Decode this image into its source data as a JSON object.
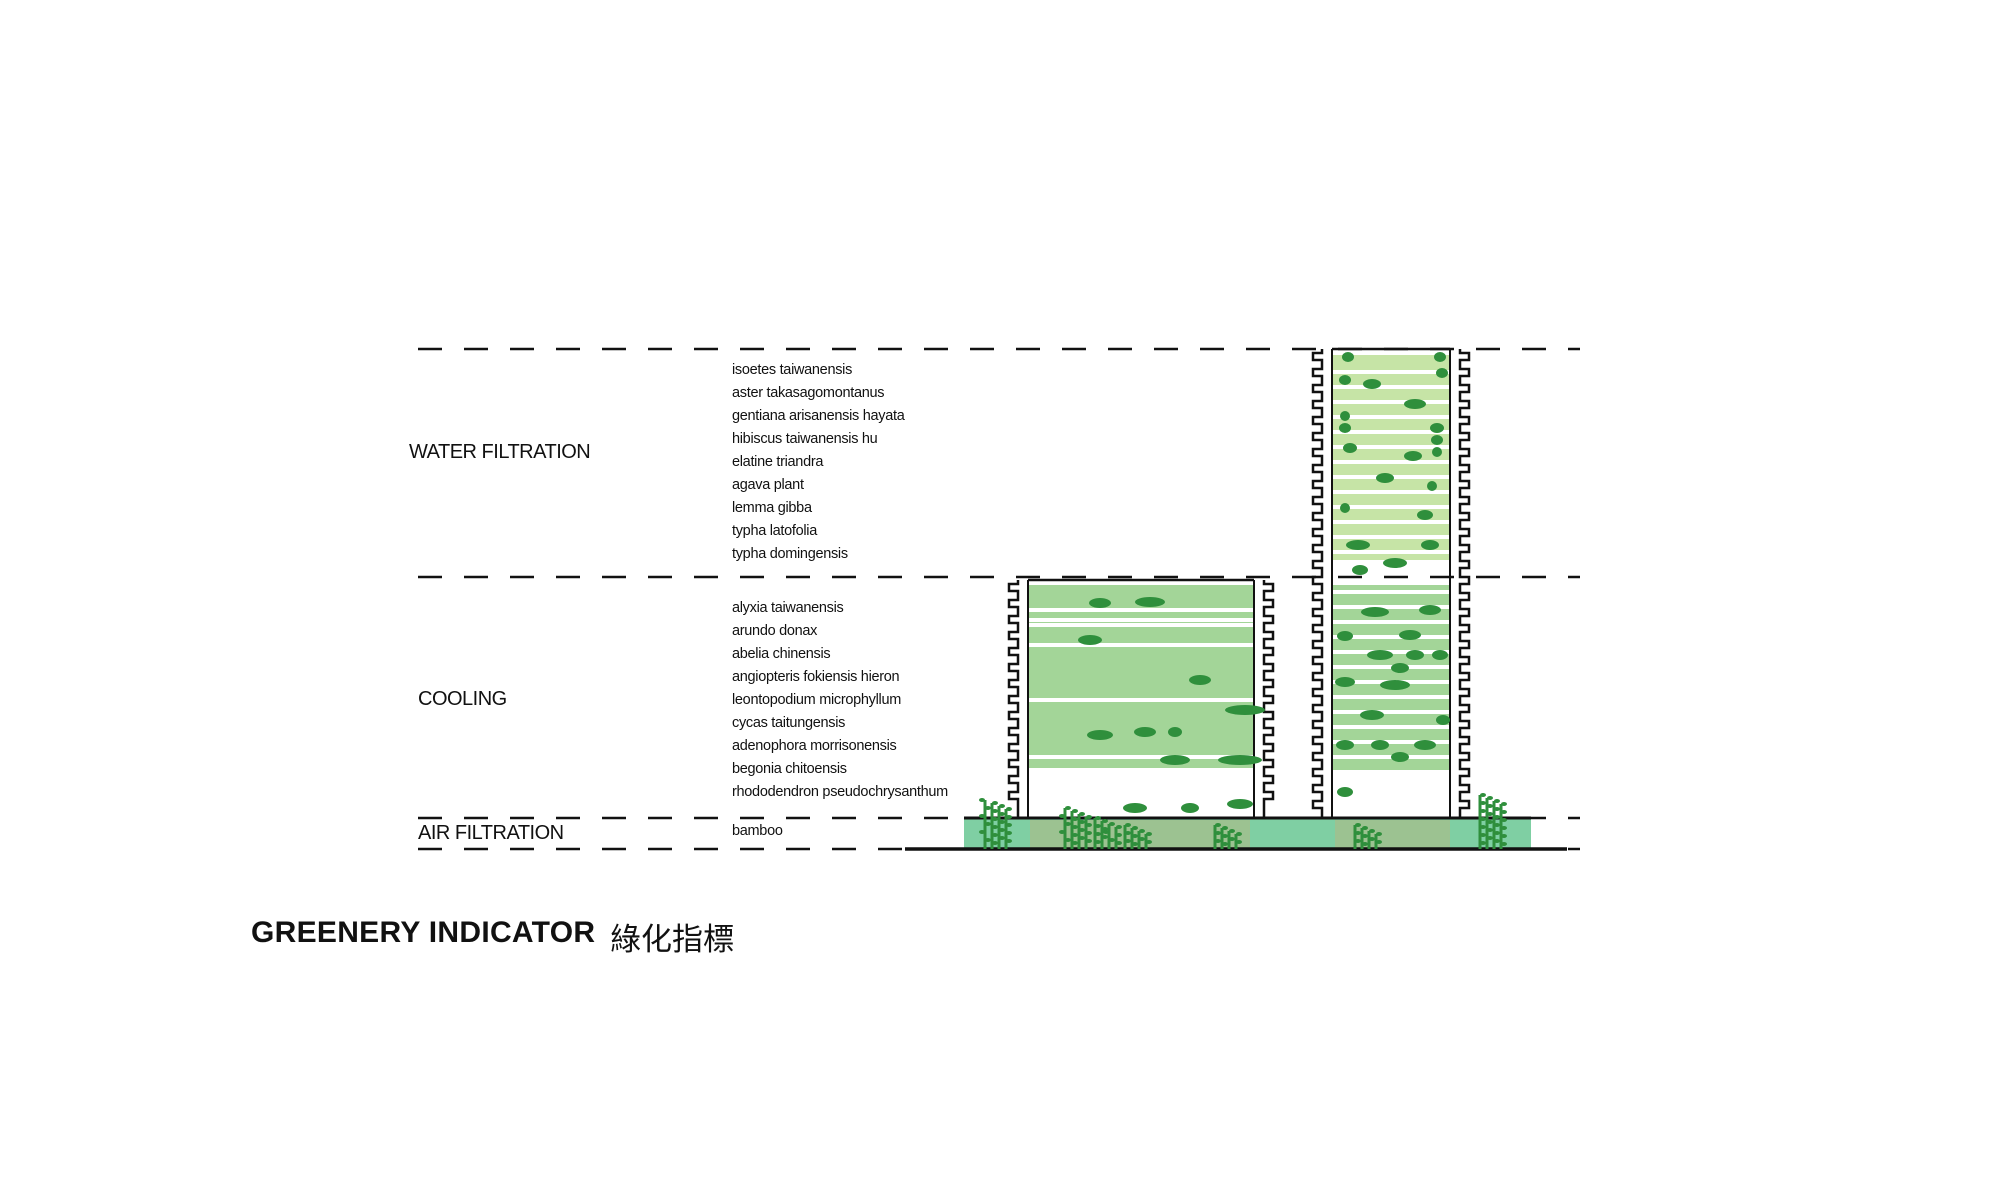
{
  "zones": [
    {
      "label": "WATER FILTRATION",
      "plants": [
        "isoetes taiwanensis",
        "aster takasagomontanus",
        "gentiana arisanensis hayata",
        "hibiscus taiwanensis hu",
        "elatine triandra",
        "agava plant",
        "lemma gibba",
        "typha latofolia",
        "typha domingensis"
      ]
    },
    {
      "label": "COOLING",
      "plants": [
        "alyxia taiwanensis",
        "arundo donax",
        "abelia chinensis",
        "angiopteris fokiensis hieron",
        "leontopodium microphyllum",
        "cycas taitungensis",
        "adenophora morrisonensis",
        "begonia chitoensis",
        "rhododendron pseudochrysanthum"
      ]
    },
    {
      "label": "AIR FILTRATION",
      "plants": [
        "bamboo"
      ]
    }
  ],
  "title": "GREENERY INDICATOR",
  "title_cn": "綠化指標",
  "colors": {
    "tower_low": "#a3d598",
    "tower_high": "#c6e4a6",
    "shrub": "#2f8f3c",
    "podium": "#7fcfa3",
    "podium_inner": "#9cc291",
    "outline": "#111111"
  }
}
